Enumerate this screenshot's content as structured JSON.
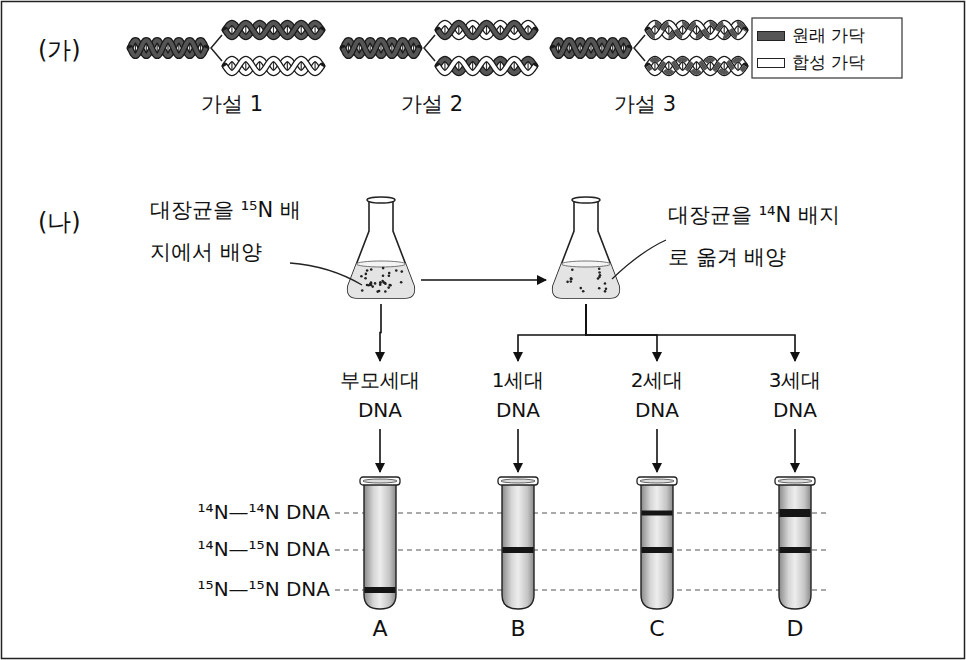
{
  "diagram": {
    "nodes": [
      {
        "text": [
          "대장균을 ¹⁵N 배지에서 배양"
        ]
      },
      {
        "text": [
          "대장균을 ¹⁴N 배지로 옮겨 배양"
        ]
      },
      {
        "text": [
          "부모세대 DNA"
        ]
      },
      {
        "text": [
          "1세대 DNA"
        ]
      },
      {
        "text": [
          "2세대 DNA"
        ]
      },
      {
        "text": [
          "3세대 DNA"
        ]
      },
      {
        "text": [
          "A"
        ]
      },
      {
        "text": [
          "B"
        ]
      },
      {
        "text": [
          "C"
        ]
      },
      {
        "text": [
          "D"
        ]
      }
    ],
    "edges": [
      {
        "from": 0,
        "to": 1,
        "arrow": "to"
      },
      {
        "from": 0,
        "to": 2,
        "arrow": "to"
      },
      {
        "from": 1,
        "to": 3,
        "arrow": "to"
      },
      {
        "from": 1,
        "to": 4,
        "arrow": "to"
      },
      {
        "from": 1,
        "to": 5,
        "arrow": "to"
      },
      {
        "from": 2,
        "to": 6,
        "arrow": "to"
      },
      {
        "from": 3,
        "to": 7,
        "arrow": "to"
      },
      {
        "from": 4,
        "to": 8,
        "arrow": "to"
      },
      {
        "from": 5,
        "to": 9,
        "arrow": "to"
      }
    ],
    "labels": [
      "(가)",
      "가설 1",
      "가설 2",
      "가설 3",
      "(나)",
      "¹⁴N—¹⁴N DNA",
      "¹⁴N—¹⁵N DNA",
      "¹⁵N—¹⁵N DNA"
    ],
    "legend": [
      {
        "text": "원래 가닥",
        "color": "#555555"
      },
      {
        "text": "합성 가닥",
        "color": "#ffffff"
      }
    ]
  }
}
